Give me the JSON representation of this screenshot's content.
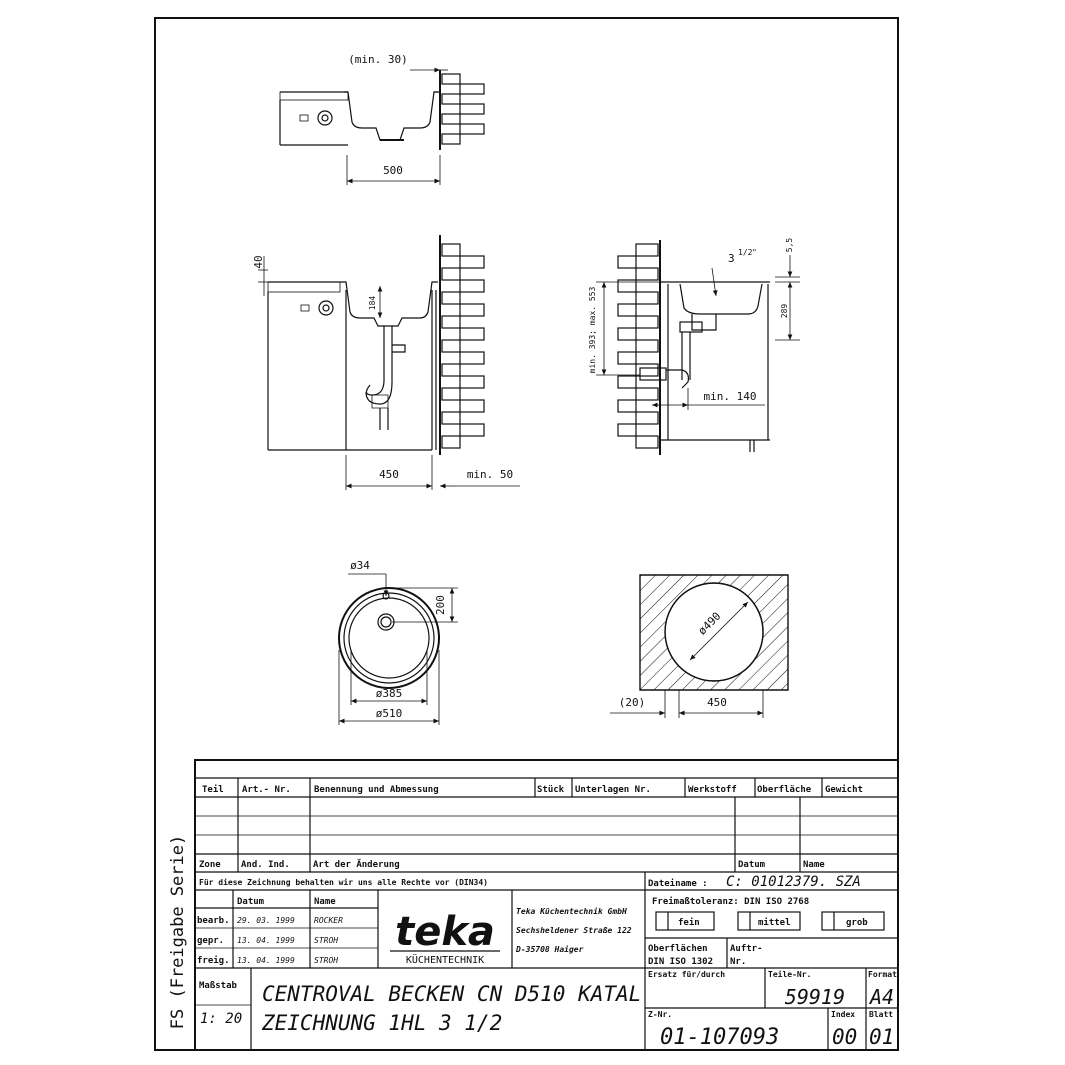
{
  "dims": {
    "top_min30": "(min. 30)",
    "top_500": "500",
    "front_40": "40",
    "front_184": "184",
    "front_450": "450",
    "front_min50": "min. 50",
    "side_range": "min. 393; max. 553",
    "side_thread_whole": "3",
    "side_thread_frac": "1/2",
    "side_thread_inch": "\"",
    "side_55": "5,5",
    "side_289": "289",
    "side_min140": "min. 140",
    "bowl_d34": "ø34",
    "bowl_200": "200",
    "bowl_d385": "ø385",
    "bowl_d510": "ø510",
    "cut_d490": "ø490",
    "cut_20": "(20)",
    "cut_450": "450"
  },
  "vertical_text": "FS (Freigabe Serie)",
  "table": {
    "headers": [
      "Teil",
      "Art.- Nr.",
      "Benennung und Abmessung",
      "Stück",
      "Unterlagen Nr.",
      "Werkstoff",
      "Oberfläche",
      "Gewicht"
    ],
    "zone_row": [
      "Zone",
      "And. Ind.",
      "Art der Änderung",
      "Datum",
      "Name"
    ],
    "rights": "Für diese Zeichnung behalten wir uns alle Rechte vor (DIN34)",
    "dateiname_label": "Dateiname :",
    "dateiname_value": "C: 01012379. SZA",
    "sig_headers": [
      "Datum",
      "Name"
    ],
    "sig_rows": [
      {
        "label": "bearb.",
        "date": "29. 03. 1999",
        "name": "ROCKER"
      },
      {
        "label": "gepr.",
        "date": "13. 04. 1999",
        "name": "STROH"
      },
      {
        "label": "freig.",
        "date": "13. 04. 1999",
        "name": "STROH"
      }
    ],
    "logo_text": "teka",
    "logo_sub": "KÜCHENTECHNIK",
    "company": [
      "Teka Küchentechnik GmbH",
      "Sechsheldener Straße 122",
      "D-35708 Haiger"
    ],
    "tolerance_label": "Freimaßtoleranz: DIN ISO 2768",
    "tolerance_opts": [
      "fein",
      "mittel",
      "grob"
    ],
    "surface_label": "Oberflächen",
    "surface_value": "DIN ISO 1302",
    "auftrag_label": "Auftr-",
    "auftrag_nr": "Nr.",
    "massstab_label": "Maßstab",
    "massstab_value": "1: 20",
    "title_line1": "CENTROVAL BECKEN CN D510 KATAL",
    "title_line2": "ZEICHNUNG 1HL 3 1/2",
    "ersatz_label": "Ersatz für/durch",
    "teile_label": "Teile-Nr.",
    "teile_value": "59919",
    "format_label": "Format",
    "format_value": "A4",
    "znr_label": "Z-Nr.",
    "znr_value": "01-107093",
    "index_label": "Index",
    "index_value": "00",
    "blatt_label": "Blatt",
    "blatt_value": "01"
  }
}
